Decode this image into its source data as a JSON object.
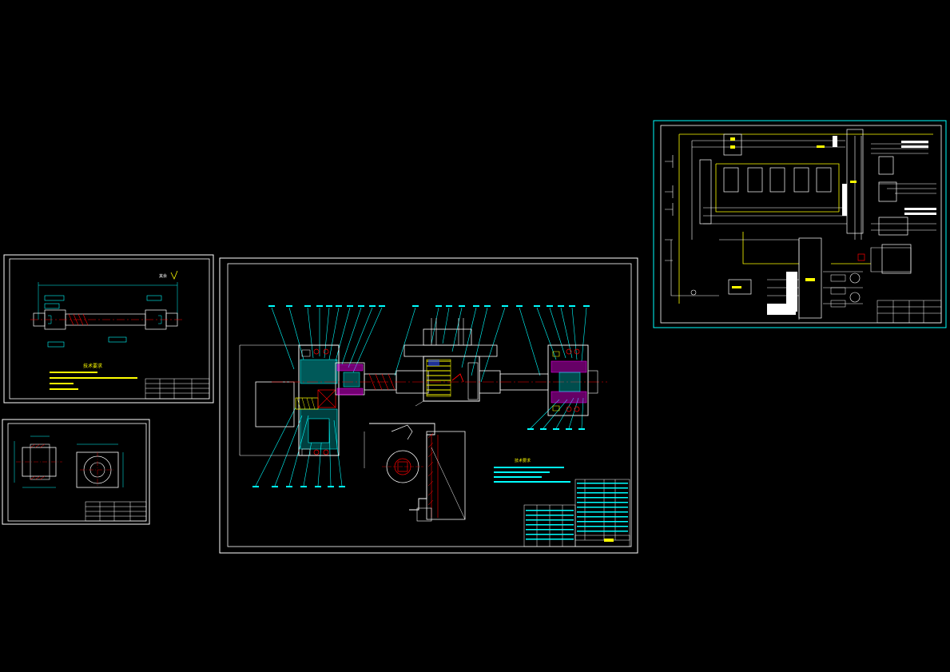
{
  "view": {
    "background": "#000000"
  },
  "colors": {
    "frame": "#ffffff",
    "cyan": "#00ffff",
    "green": "#00ff00",
    "yellow": "#ffff00",
    "red": "#ff0000",
    "magenta": "#ff00ff",
    "blue": "#3050ff"
  },
  "sheets": [
    {
      "id": "shaft-drawing",
      "title_block": "",
      "notes_heading": ""
    },
    {
      "id": "flange-drawing",
      "title_block": ""
    },
    {
      "id": "assembly-drawing",
      "title_block": "",
      "notes_heading": ""
    },
    {
      "id": "circuit-schematic",
      "title_block": ""
    }
  ]
}
